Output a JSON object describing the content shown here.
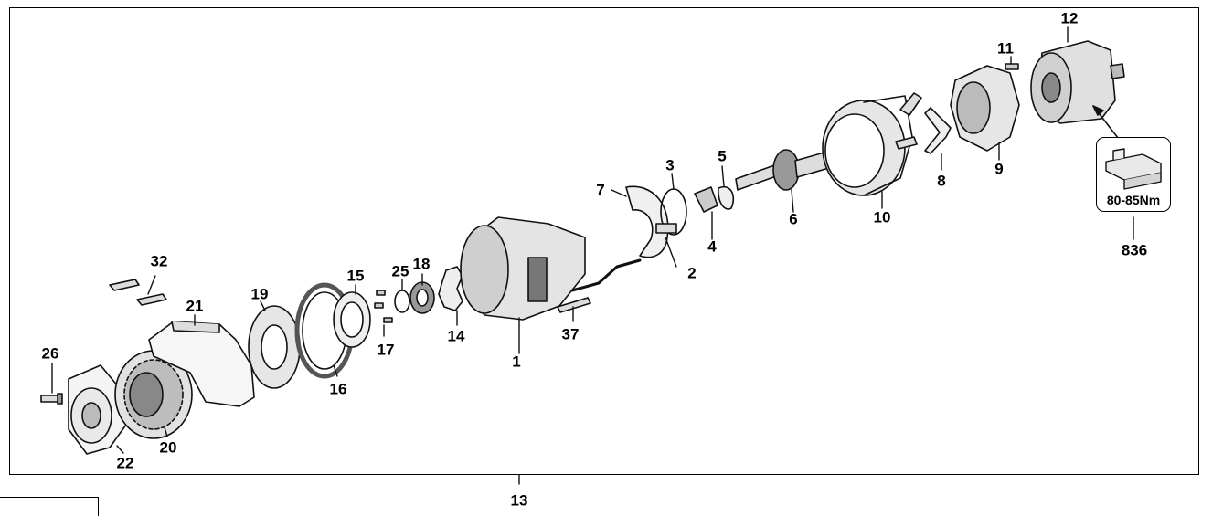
{
  "diagram": {
    "part_labels": [
      "1",
      "2",
      "3",
      "4",
      "5",
      "6",
      "7",
      "8",
      "9",
      "10",
      "11",
      "12",
      "13",
      "14",
      "15",
      "16",
      "17",
      "18",
      "19",
      "20",
      "21",
      "22",
      "25",
      "26",
      "32",
      "37",
      "836"
    ],
    "torque_callout": "80-85Nm"
  }
}
